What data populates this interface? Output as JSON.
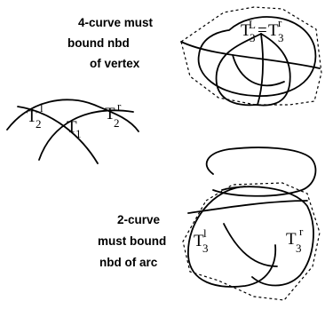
{
  "captions": {
    "vertex": [
      "4-curve must",
      "bound nbd",
      "of vertex"
    ],
    "arc": [
      "2-curve",
      "must bound",
      "nbd of arc"
    ]
  },
  "labels": {
    "T": "T",
    "sub_1": "1",
    "sub_2": "2",
    "sub_3": "3",
    "sup_l": "l",
    "sup_r": "r",
    "sup_L": "L",
    "equals": "="
  }
}
